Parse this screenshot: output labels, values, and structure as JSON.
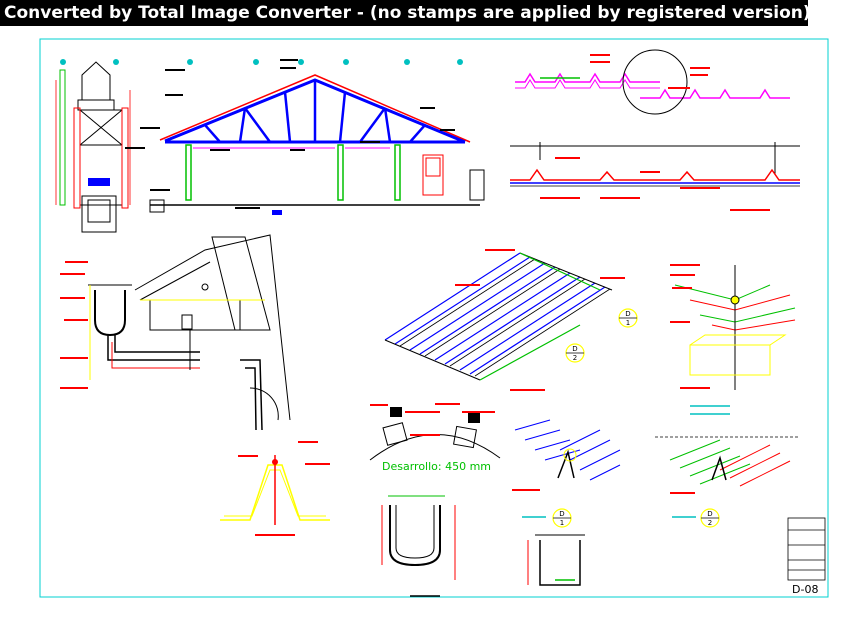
{
  "banner": {
    "text": "Converted by Total Image Converter - (no stamps are applied by registered version)"
  },
  "sheet": {
    "number": "D-08",
    "development_note": "Desarrollo: 450 mm"
  },
  "detail_tags": [
    {
      "letter": "D",
      "number": "1"
    },
    {
      "letter": "D",
      "number": "2"
    },
    {
      "letter": "D",
      "number": "1"
    },
    {
      "letter": "D",
      "number": "2"
    }
  ],
  "colors": {
    "border": "#00d0d0",
    "structure": "#ff0000",
    "truss": "#0000ff",
    "panel": "#0000aa",
    "accent": "#ff00ff",
    "annotation": "#ffff00",
    "dimension": "#00c000",
    "section": "#000000"
  }
}
